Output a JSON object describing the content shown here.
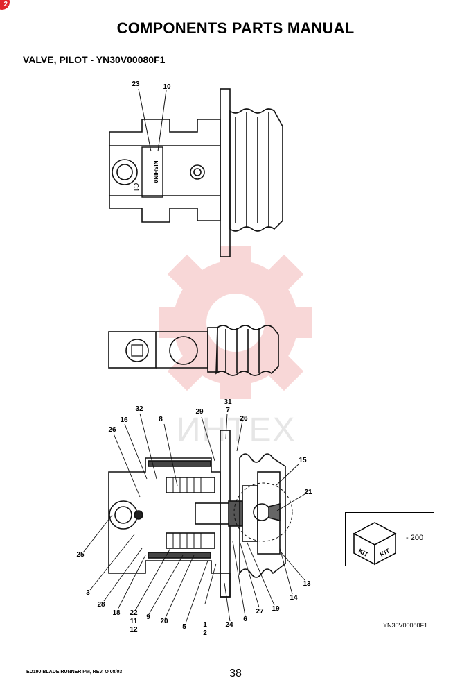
{
  "page": {
    "corner_badge": "2",
    "title": "COMPONENTS PARTS MANUAL",
    "subtitle": "VALVE, PILOT - YN30V00080F1",
    "footer_left": "ED190 BLADE RUNNER PM, REV. O 08/03",
    "page_number": "38"
  },
  "figure": {
    "nameplate_text": "NISHINA",
    "port_label": "C1",
    "figure_code": "YN30V00080F1",
    "kit": {
      "icon": "kit-box-icon",
      "left_word": "KIT",
      "right_word": "KIT",
      "quantity": "- 200"
    }
  },
  "watermark": {
    "text": "ИНТЕХ",
    "color": "#f4b8b8"
  },
  "callouts": {
    "c23": "23",
    "c10": "10",
    "c31": "31",
    "c7": "7",
    "c29": "29",
    "c32": "32",
    "c8": "8",
    "c26a": "26",
    "c16": "16",
    "c26b": "26",
    "c15": "15",
    "c21": "21",
    "c25": "25",
    "c3": "3",
    "c28": "28",
    "c18": "18",
    "c22": "22",
    "c11": "11",
    "c12": "12",
    "c9": "9",
    "c20": "20",
    "c5": "5",
    "c1": "1",
    "c2": "2",
    "c24": "24",
    "c6": "6",
    "c27": "27",
    "c19": "19",
    "c14": "14",
    "c13": "13"
  }
}
